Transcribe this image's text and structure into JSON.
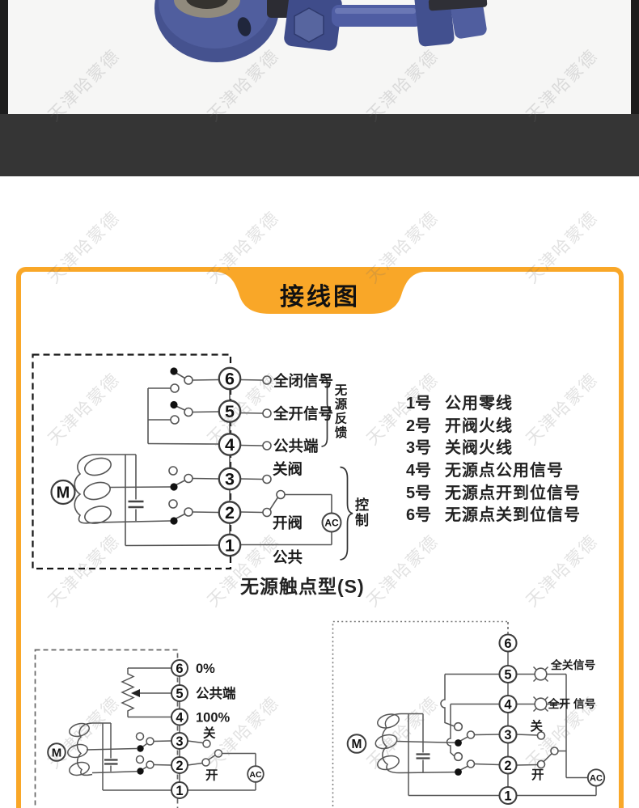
{
  "watermark": {
    "text": "天津哈蒙德"
  },
  "panel": {
    "title": "接线图",
    "accent": "#F9A728"
  },
  "terminal_list": [
    {
      "num": "1号",
      "desc": "公用零线"
    },
    {
      "num": "2号",
      "desc": "开阀火线"
    },
    {
      "num": "3号",
      "desc": "关阀火线"
    },
    {
      "num": "4号",
      "desc": "无源点公用信号"
    },
    {
      "num": "5号",
      "desc": "无源点开到位信号"
    },
    {
      "num": "6号",
      "desc": "无源点关到位信号"
    }
  ],
  "d1": {
    "caption": "无源触点型(S)",
    "motor": "M",
    "ac": "AC",
    "terminals": [
      "6",
      "5",
      "4",
      "3",
      "2",
      "1"
    ],
    "labels": {
      "closed_signal": "全闭信号",
      "open_signal": "全开信号",
      "common_end": "公共端",
      "close_valve": "关阀",
      "open_valve": "开阀",
      "common": "公共"
    },
    "feedback_brace": "无源反馈",
    "control_brace": "控制"
  },
  "d2": {
    "motor": "M",
    "ac": "AC",
    "terminals": [
      "6",
      "5",
      "4",
      "3",
      "2",
      "1"
    ],
    "labels": {
      "p0": "0%",
      "pc": "公共端",
      "p100": "100%",
      "close": "关",
      "open": "开"
    }
  },
  "d3": {
    "motor": "M",
    "ac": "AC",
    "terminals": [
      "6",
      "5",
      "4",
      "3",
      "2",
      "1"
    ],
    "labels": {
      "closed_signal": "全关信号",
      "open_signal": "全开 信号",
      "close": "关",
      "open": "开"
    }
  }
}
